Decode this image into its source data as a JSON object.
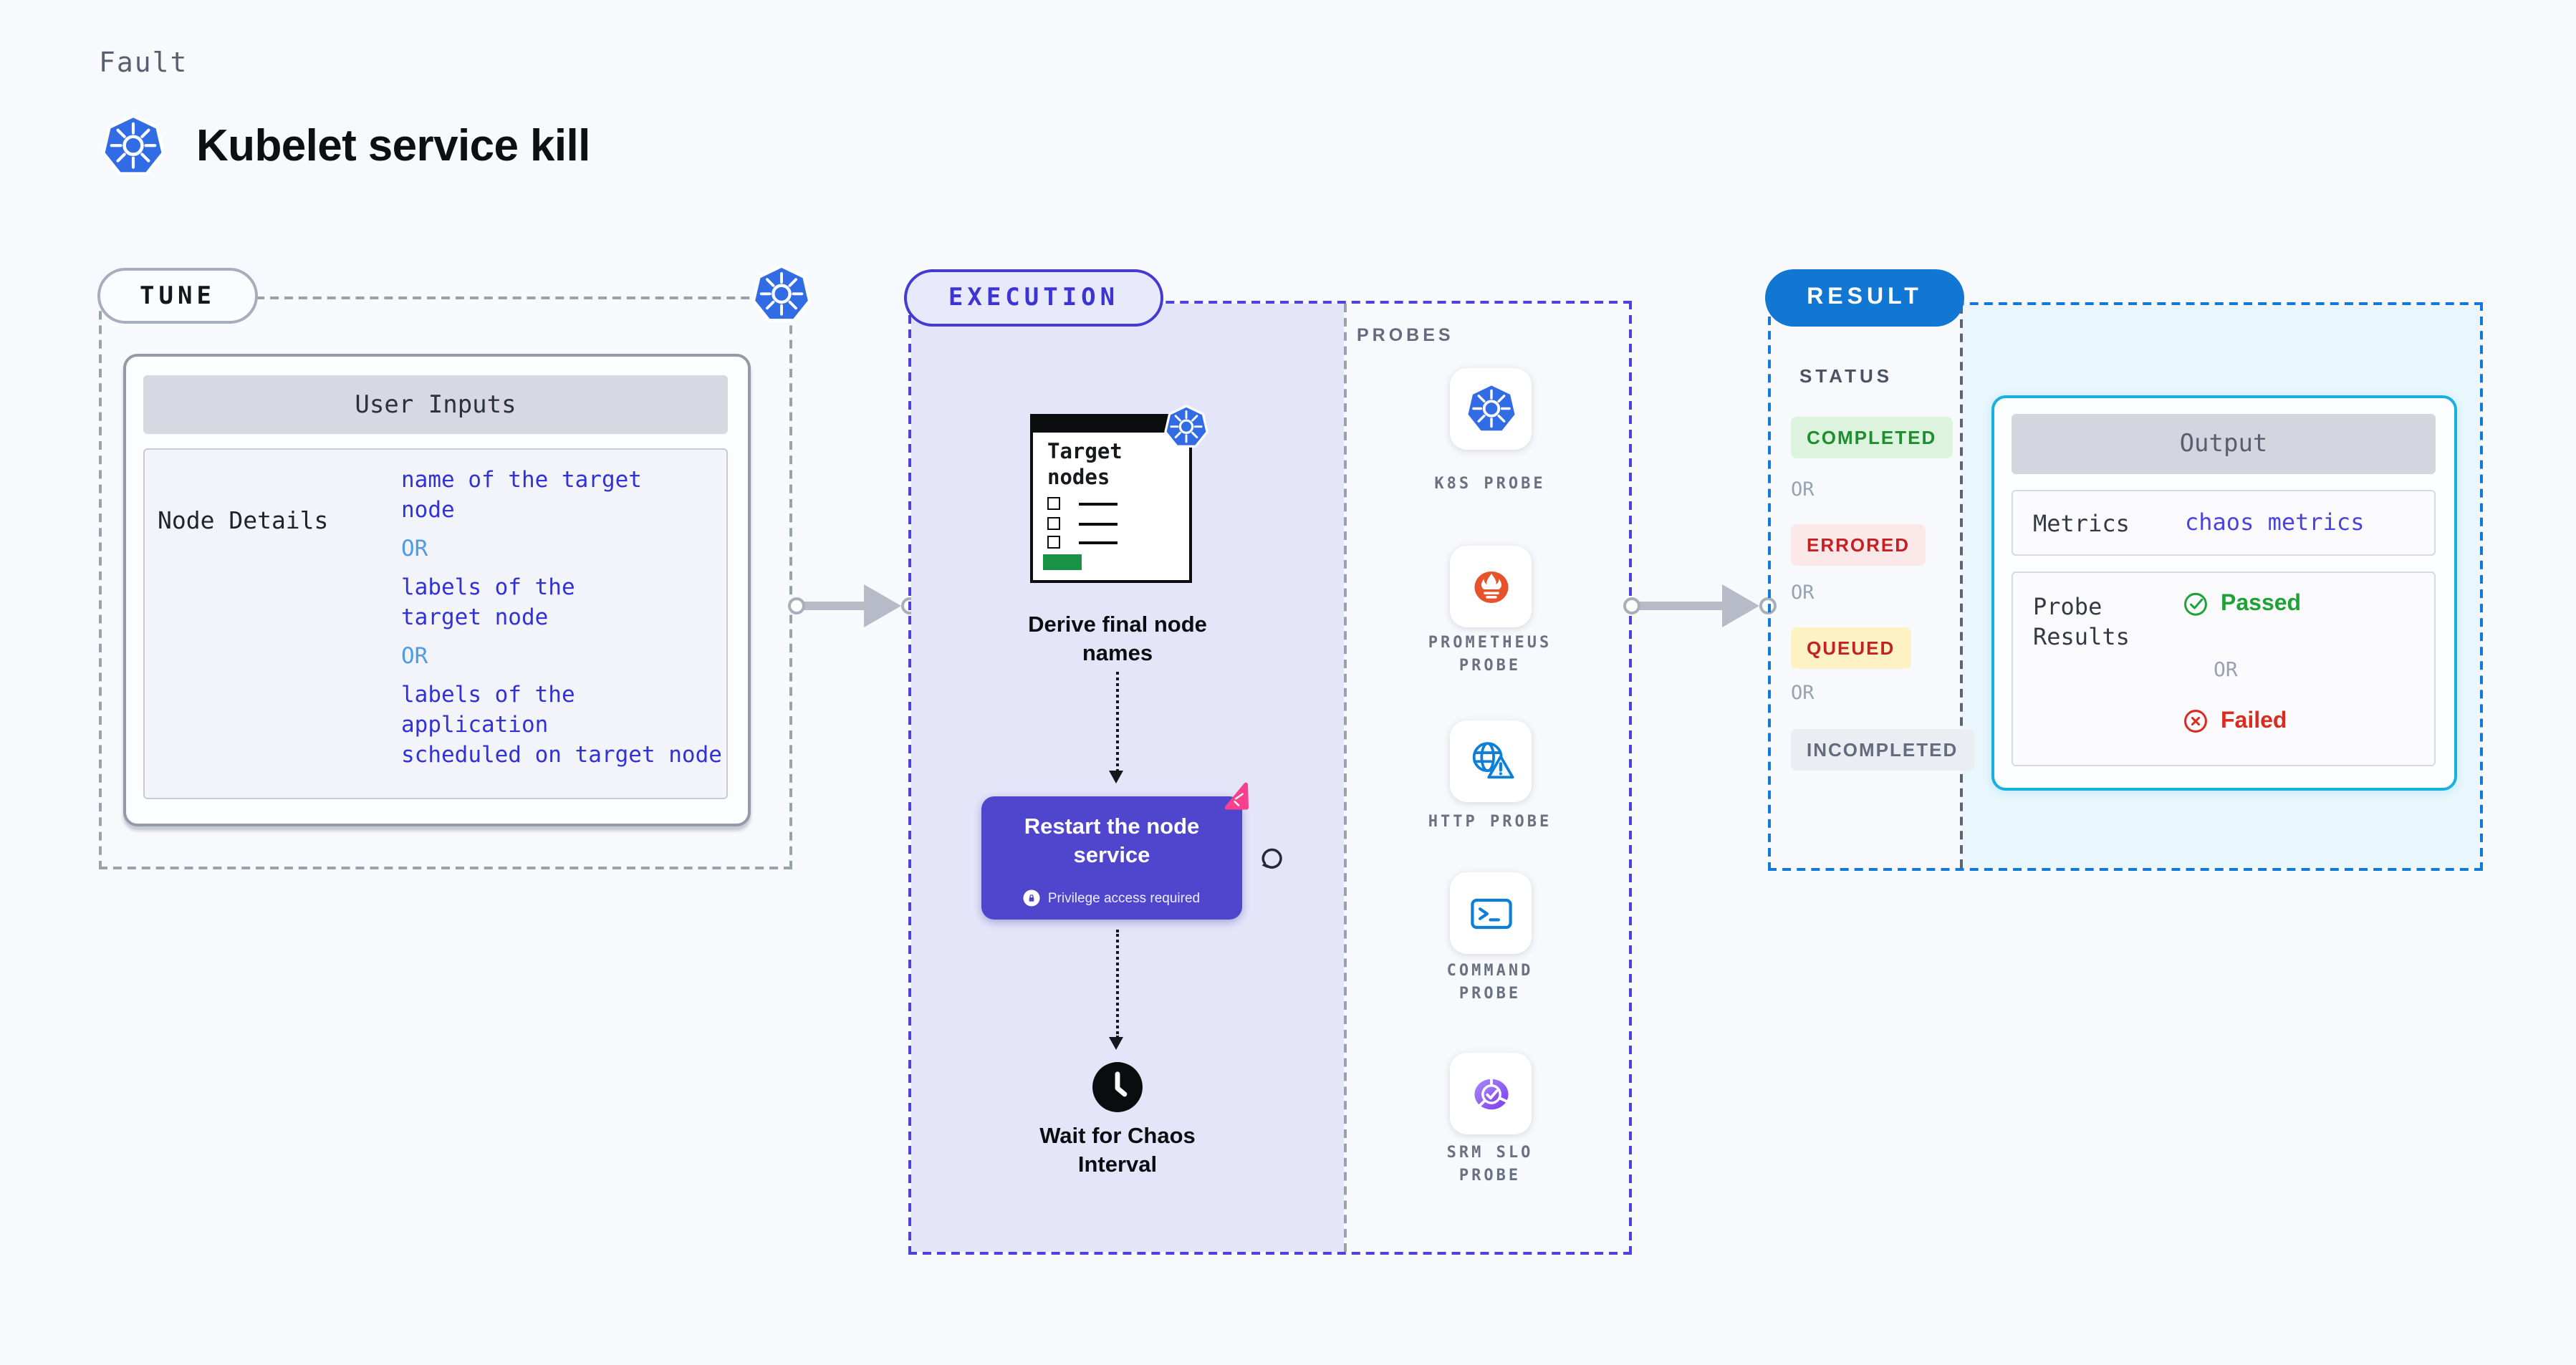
{
  "header": {
    "kicker": "Fault",
    "title": "Kubelet service kill"
  },
  "tune": {
    "label": "TUNE",
    "card_title": "User Inputs",
    "row": {
      "label": "Node Details",
      "values": [
        {
          "type": "value",
          "text": "name of the target\nnode"
        },
        {
          "type": "or",
          "text": "OR"
        },
        {
          "type": "value",
          "text": "labels of the\ntarget node"
        },
        {
          "type": "or",
          "text": "OR"
        },
        {
          "type": "value",
          "text": "labels of the application\n scheduled on target node"
        }
      ]
    }
  },
  "execution": {
    "label": "EXECUTION",
    "target_card_title": "Target nodes",
    "steps": {
      "derive": "Derive final node\nnames",
      "restart": "Restart the node\nservice",
      "privilege": "Privilege access required",
      "wait": "Wait for Chaos\nInterval"
    },
    "probes_title": "PROBES",
    "probes": [
      {
        "icon": "kubernetes-icon",
        "label": "K8S PROBE"
      },
      {
        "icon": "prometheus-icon",
        "label": "PROMETHEUS\nPROBE"
      },
      {
        "icon": "http-probe-icon",
        "label": "HTTP PROBE"
      },
      {
        "icon": "command-probe-icon",
        "label": "COMMAND\nPROBE"
      },
      {
        "icon": "srm-slo-probe-icon",
        "label": "SRM SLO\nPROBE"
      }
    ]
  },
  "result": {
    "label": "RESULT",
    "status_title": "STATUS",
    "statuses": [
      {
        "label": "COMPLETED",
        "bg": "#dcf3dd",
        "color": "#1e8e2e"
      },
      {
        "label": "OR"
      },
      {
        "label": "ERRORED",
        "bg": "#fbe8e8",
        "color": "#c42222"
      },
      {
        "label": "OR"
      },
      {
        "label": "QUEUED",
        "bg": "#fdf2c3",
        "color": "#c42222"
      },
      {
        "label": "OR"
      },
      {
        "label": "INCOMPLETED",
        "bg": "#ebedf3",
        "color": "#636b7c"
      }
    ],
    "output": {
      "title": "Output",
      "metrics_label": "Metrics",
      "metrics_value": "chaos metrics",
      "probe_results_label": "Probe\nResults",
      "passed": "Passed",
      "or": "OR",
      "failed": "Failed"
    }
  },
  "colors": {
    "kubernetes_blue": "#326CE5",
    "execution_accent": "#4b43dd",
    "execution_fill": "#e5e5fa",
    "result_accent": "#1277d3",
    "result_fill": "#e9f6fc",
    "output_border": "#17b0e0",
    "restart_card": "#4f46cd",
    "prometheus_orange": "#e6522c",
    "passed_green": "#22a13a",
    "failed_red": "#d92b20",
    "value_blue": "#3131d8",
    "or_blue": "#4f9ce6"
  }
}
